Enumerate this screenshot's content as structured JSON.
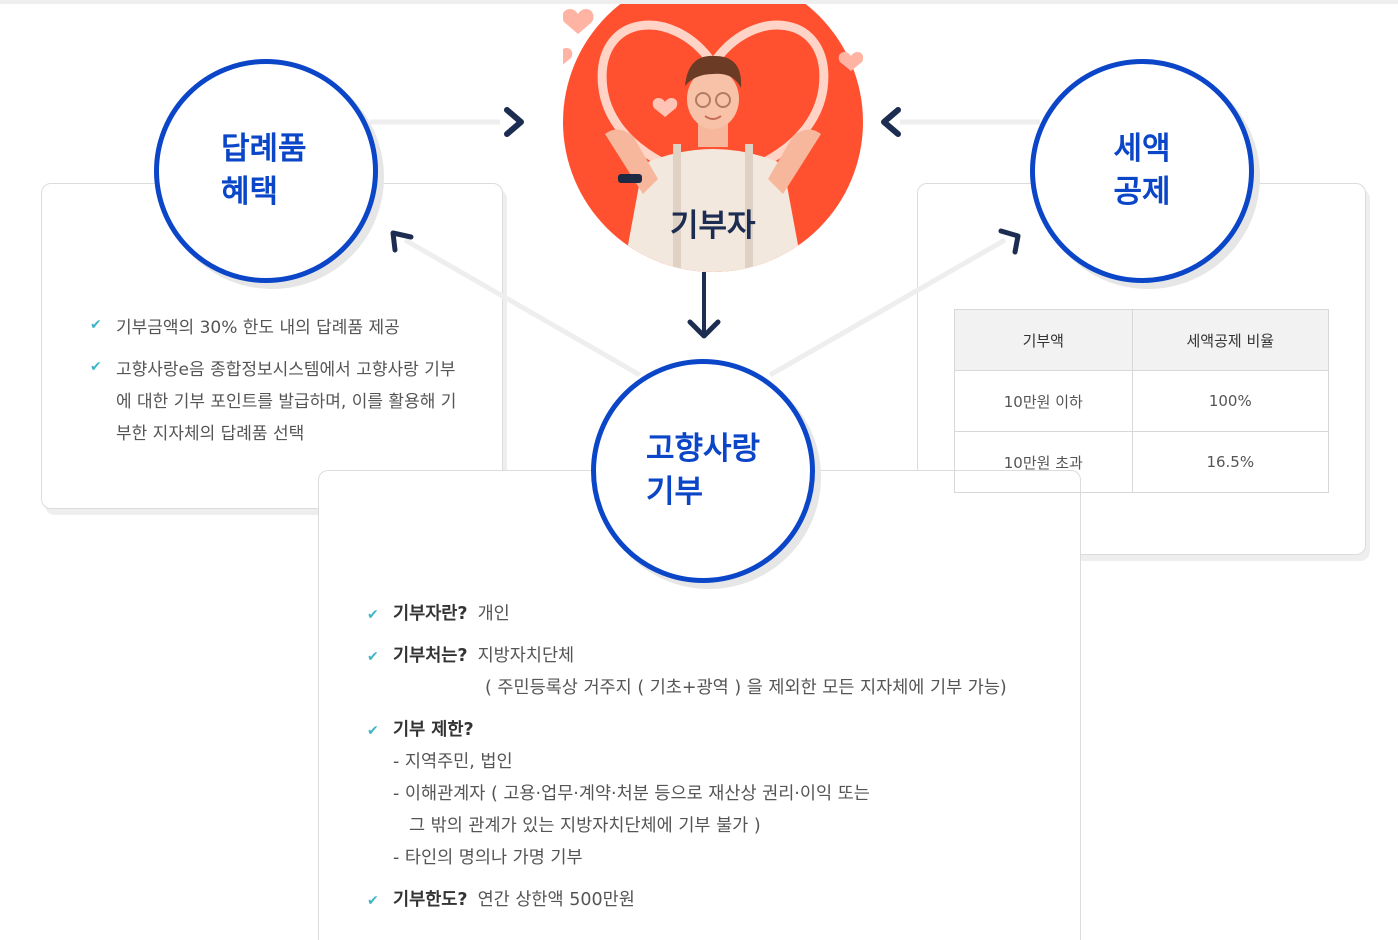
{
  "donor": {
    "label": "기부자"
  },
  "circles": {
    "gift": {
      "line1": "답례품",
      "line2": "혜택"
    },
    "tax": {
      "line1": "세액",
      "line2": "공제"
    },
    "main": {
      "line1": "고향사랑",
      "line2": "기부"
    }
  },
  "left_card": {
    "bullets": [
      "기부금액의 30% 한도 내의 답례품 제공",
      "고향사랑e음 종합정보시스템에서 고향사랑 기부에 대한 기부 포인트를 발급하며, 이를 활용해 기부한 지자체의 답례품 선택"
    ]
  },
  "tax_table": {
    "headers": [
      "기부액",
      "세액공제 비율"
    ],
    "rows": [
      [
        "10만원 이하",
        "100%"
      ],
      [
        "10만원 초과",
        "16.5%"
      ]
    ]
  },
  "main_card": {
    "who_q": "기부자란?",
    "who_a": "개인",
    "where_q": "기부처는?",
    "where_a": "지방자치단체",
    "where_note": "( 주민등록상 거주지 ( 기초+광역 ) 을 제외한 모든 지자체에 기부 가능)",
    "limit_q": "기부 제한?",
    "limit_1": "- 지역주민, 법인",
    "limit_2": "- 이해관계자 ( 고용·업무·계약·처분 등으로 재산상 권리·이익 또는",
    "limit_2b": "그 밖의 관계가 있는 지방자치단체에 기부 불가 )",
    "limit_3": "- 타인의 명의나 가명 기부",
    "cap_q": "기부한도?",
    "cap_a": "연간 상한액 500만원"
  },
  "colors": {
    "primary": "#0b46c8",
    "donor_bg": "#ff5130",
    "check": "#3fb6c8",
    "navy": "#1d2d52"
  }
}
